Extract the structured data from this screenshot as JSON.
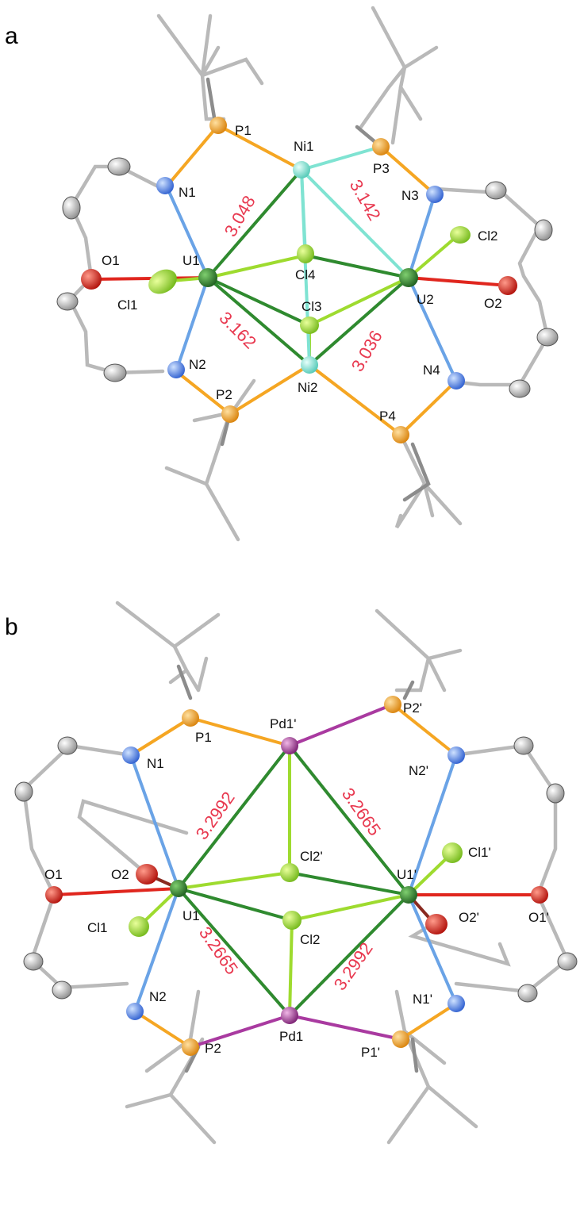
{
  "colors": {
    "U": "#2f8a2f",
    "Ni": "#7fe3d2",
    "Pd": "#a93aa0",
    "Cl": "#9edb2f",
    "P": "#f5a623",
    "N": "#6aa3e6",
    "O": "#e0261e",
    "C": "#c0c0c0",
    "distance_text": "#e8384f"
  },
  "panels": [
    {
      "letter": "a",
      "atoms": {
        "P1": "P1",
        "Ni1": "Ni1",
        "P3": "P3",
        "N1": "N1",
        "N3": "N3",
        "Cl2": "Cl2",
        "O1": "O1",
        "U1": "U1",
        "Cl4": "Cl4",
        "U2": "U2",
        "O2": "O2",
        "Cl1": "Cl1",
        "Cl3": "Cl3",
        "N2": "N2",
        "N4": "N4",
        "P2": "P2",
        "Ni2": "Ni2",
        "P4": "P4"
      },
      "distances": [
        "3.048",
        "3.142",
        "3.162",
        "3.036"
      ]
    },
    {
      "letter": "b",
      "atoms": {
        "P1": "P1",
        "Pd1p": "Pd1'",
        "P2p": "P2'",
        "N1": "N1",
        "N2p": "N2'",
        "Cl1p": "Cl1'",
        "Cl2p": "Cl2'",
        "O1": "O1",
        "O2": "O2",
        "U1": "U1",
        "U1p": "U1'",
        "O2p": "O2'",
        "O1p": "O1'",
        "Cl1": "Cl1",
        "Cl2": "Cl2",
        "N2": "N2",
        "N1p": "N1'",
        "Pd1": "Pd1",
        "P2": "P2",
        "P1p": "P1'"
      },
      "distances": [
        "3.2992",
        "3.2665",
        "3.2665",
        "3.2992"
      ]
    }
  ]
}
